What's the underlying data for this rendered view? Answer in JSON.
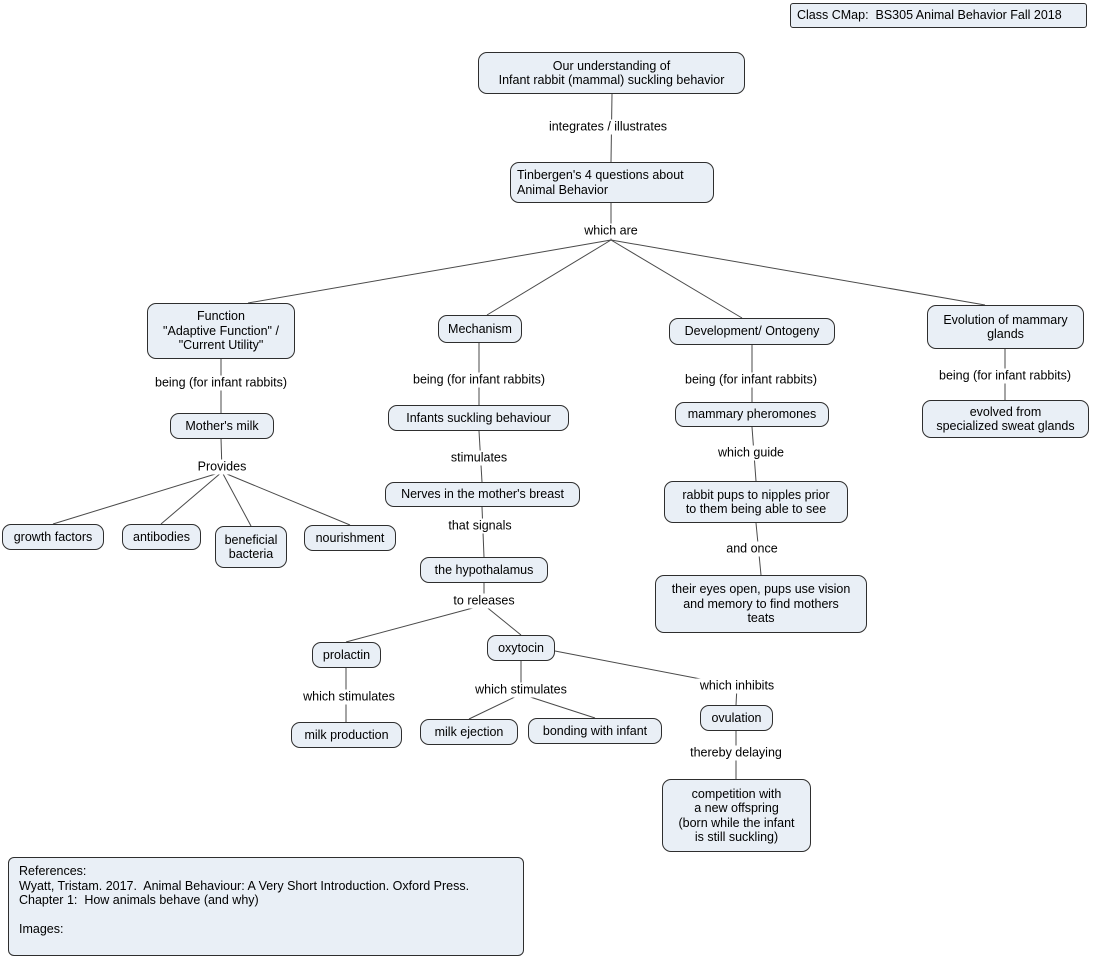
{
  "header": {
    "title": "Class CMap:  BS305 Animal Behavior Fall 2018"
  },
  "nodes": {
    "root": "Our understanding of\nInfant rabbit (mammal) suckling behavior",
    "tinbergen": "Tinbergen's 4 questions about\nAnimal Behavior",
    "function": "Function\n\"Adaptive Function\" /\n\"Current Utility\"",
    "mechanism": "Mechanism",
    "development": "Development/ Ontogeny",
    "evolution": "Evolution of mammary\nglands",
    "mothers_milk": "Mother's milk",
    "growth_factors": "growth factors",
    "antibodies": "antibodies",
    "beneficial_bacteria": "beneficial\nbacteria",
    "nourishment": "nourishment",
    "infants_suckling": "Infants suckling behaviour",
    "nerves": "Nerves in the mother's breast",
    "hypothalamus": "the hypothalamus",
    "prolactin": "prolactin",
    "oxytocin": "oxytocin",
    "milk_production": "milk production",
    "milk_ejection": "milk ejection",
    "bonding": "bonding with infant",
    "ovulation": "ovulation",
    "competition": "competition with\na new offspring\n(born while the infant\nis still suckling)",
    "mammary_pheromones": "mammary pheromones",
    "rabbit_pups": "rabbit pups to nipples prior\nto them being able to see",
    "eyes_open": "their eyes open, pups use vision\nand memory to find mothers\nteats",
    "sweat_glands": "evolved from\nspecialized sweat glands"
  },
  "links": {
    "integrates": "integrates / illustrates",
    "which_are": "which are",
    "being_function": "being (for infant rabbits)",
    "provides": "Provides",
    "being_mechanism": "being (for infant rabbits)",
    "stimulates": "stimulates",
    "that_signals": "that signals",
    "to_releases": "to releases",
    "which_stimulates_prolactin": "which stimulates",
    "which_stimulates_oxytocin": "which stimulates",
    "which_inhibits": "which inhibits",
    "thereby_delaying": "thereby delaying",
    "being_development": "being (for infant rabbits)",
    "which_guide": "which guide",
    "and_once": "and once",
    "being_evolution": "being (for infant rabbits)"
  },
  "references": {
    "text": "References:\nWyatt, Tristam. 2017.  Animal Behaviour: A Very Short Introduction. Oxford Press.\nChapter 1:  How animals behave (and why)\n\nImages:"
  },
  "colors": {
    "node_fill": "#e9eff6",
    "node_border": "#2e2e2e",
    "line": "#4a4a4a"
  }
}
